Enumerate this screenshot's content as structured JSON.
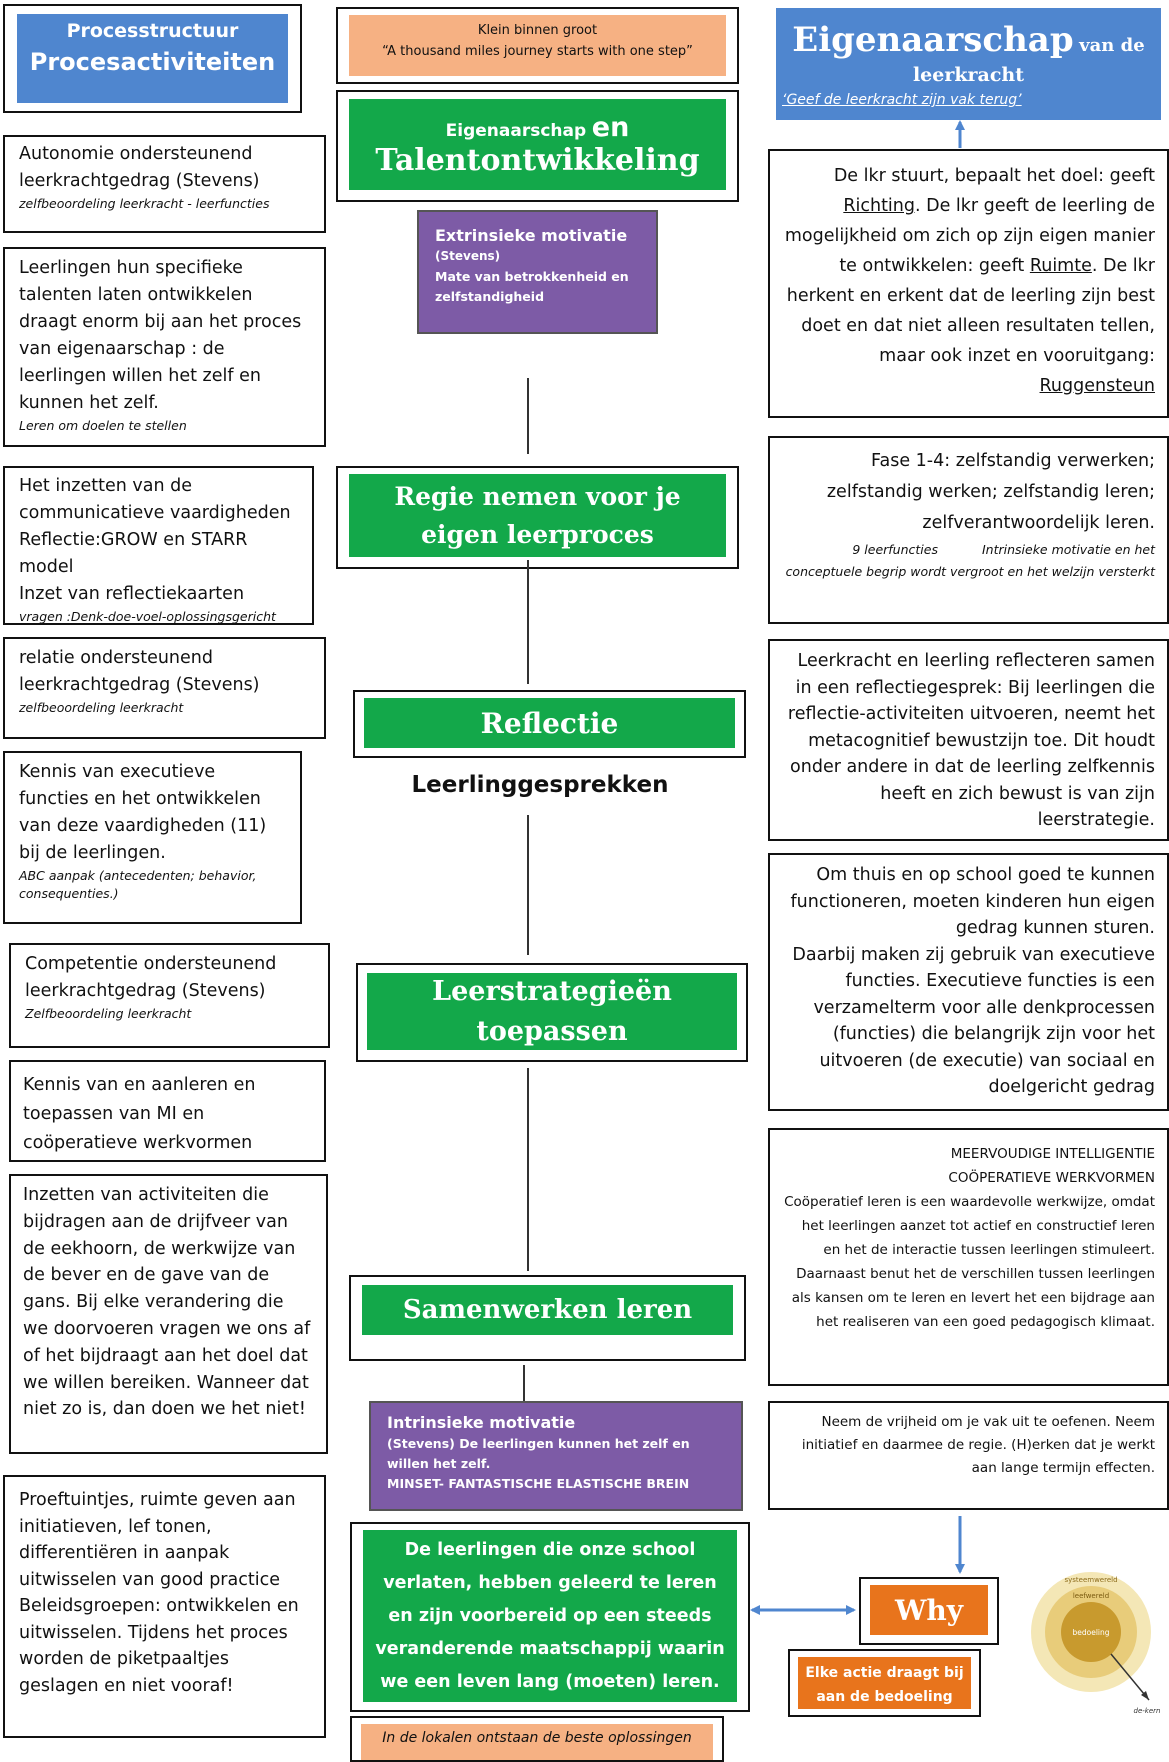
{
  "header": {
    "left_line1": "Processtructuur",
    "left_line2": "Procesactiviteiten",
    "center_line1": "Klein binnen groot",
    "center_line2": "“A thousand miles journey starts with one step”",
    "right_title_big": "Eigenaarschap",
    "right_title_small": "van de",
    "right_title_line2": "leerkracht",
    "right_quote": "‘Geef de leerkracht zijn vak terug’"
  },
  "left": {
    "b1_text": "Autonomie ondersteunend leerkrachtgedrag (Stevens)",
    "b1_note": "zelfbeoordeling leerkracht - leerfuncties",
    "b2_text": "Leerlingen hun specifieke talenten laten ontwikkelen draagt enorm bij aan het proces van eigenaarschap : de leerlingen willen het zelf en kunnen het zelf.",
    "b2_note": "Leren om doelen te stellen",
    "b3_l1": "Het inzetten van de communicatieve vaardigheden",
    "b3_l2": "Reflectie:GROW en STARR model",
    "b3_l3": "Inzet van reflectiekaarten",
    "b3_note": "vragen :Denk-doe-voel-oplossingsgericht",
    "b4_text": "relatie ondersteunend leerkrachtgedrag (Stevens)",
    "b4_note": "zelfbeoordeling leerkracht",
    "b5_text": "Kennis van executieve functies en het ontwikkelen van deze vaardigheden (11)  bij de leerlingen.",
    "b5_note": "ABC aanpak (antecedenten; behavior, consequenties.)",
    "b6_text": "Competentie  ondersteunend leerkrachtgedrag (Stevens)",
    "b6_note": "Zelfbeoordeling leerkracht",
    "b7_text": "Kennis van en aanleren en toepassen van MI en coöperatieve werkvormen",
    "b8_text": "Inzetten van activiteiten die bijdragen aan  de drijfveer van de eekhoorn, de werkwijze van de bever en de gave van de gans. Bij elke verandering die we doorvoeren vragen we ons af of het bijdraagt aan het doel dat we willen bereiken. Wanneer dat niet zo is, dan doen we het niet!",
    "b9_text": "Proeftuintjes, ruimte geven aan initiatieven, lef tonen, differentiëren in aanpak uitwisselen van good practice Beleidsgroepen:  ontwikkelen en uitwisselen. Tijdens het proces worden de piketpaaltjes geslagen en niet vooraf!"
  },
  "center": {
    "g1_small": "Eigenaarschap",
    "g1_en": "en",
    "g1_line2": "Talentontwikkeling",
    "p1_title": "Extrinsieke motivatie",
    "p1_sub": "(Stevens)",
    "p1_text": "Mate van betrokkenheid en zelfstandigheid",
    "g2": "Regie nemen voor je eigen leerproces",
    "g3": "Reflectie",
    "gesprekken": "Leerlinggesprekken",
    "g4": "Leerstrategieën toepassen",
    "g5": "Samenwerken leren",
    "p2_title": "Intrinsieke motivatie",
    "p2_text": "(Stevens) De leerlingen kunnen het zelf en willen het zelf.",
    "p2_caps": "MINSET- FANTASTISCHE ELASTISCHE BREIN",
    "g6": "De leerlingen die onze school verlaten, hebben geleerd te leren en zijn voorbereid op een steeds veranderende maatschappij waarin we een leven lang (moeten) leren.",
    "bottom": "In de lokalen ontstaan de beste oplossingen"
  },
  "right": {
    "r1_a": "De lkr stuurt, bepaalt het doel: geeft",
    "r1_b": "Richting",
    "r1_c": ". De lkr geeft de leerling de mogelijkheid om zich op zijn eigen manier te ontwikkelen: geeft ",
    "r1_d": "Ruimte",
    "r1_e": ". De lkr herkent en erkent dat de leerling zijn best doet en dat niet alleen resultaten tellen, maar ook inzet en vooruitgang: ",
    "r1_f": "Ruggensteun",
    "r2_text": "Fase 1-4:  zelfstandig verwerken; zelfstandig werken; zelfstandig leren; zelfverantwoordelijk leren.",
    "r2_note_a": "9 leerfuncties",
    "r2_note_b": "Intrinsieke motivatie en het conceptuele begrip wordt vergroot en het welzijn versterkt",
    "r3_text": "Leerkracht en leerling reflecteren samen in een reflectiegesprek: Bij leerlingen die reflectie-activiteiten uitvoeren, neemt het metacognitief bewustzijn toe. Dit houdt onder andere in dat de leerling zelfkennis heeft en zich bewust is van zijn leerstrategie.",
    "r4_text_a": "Om thuis en op school goed te kunnen functioneren, moeten kinderen hun eigen gedrag kunnen sturen.",
    "r4_text_b": "Daarbij maken zij gebruik van executieve functies. Executieve functies is een verzamelterm voor alle denkprocessen (functies) die belangrijk zijn voor het uitvoeren (de executie) van sociaal en doelgericht gedrag",
    "r5_h1": "MEERVOUDIGE INTELLIGENTIE",
    "r5_h2": "COÖPERATIEVE WERKVORMEN",
    "r5_text": "Coöperatief leren is een waardevolle werkwijze, omdat het leerlingen aanzet tot actief en constructief leren en het de interactie tussen leerlingen stimuleert. Daarnaast benut het de verschillen tussen leerlingen als kansen om te leren en levert het een bijdrage aan het realiseren van een goed pedagogisch klimaat.",
    "r6_text": "Neem de vrijheid om je vak uit te oefenen. Neem initiatief en daarmee de regie. (H)erken dat je werkt aan lange termijn effecten.",
    "why": "Why",
    "why_sub": "Elke actie draagt bij aan de bedoeling",
    "logo_inner": "bedoeling",
    "logo_ring1": "systeemwereld",
    "logo_ring2": "leefwereld",
    "logo_caption": "de-kern"
  },
  "colors": {
    "green": "#13a84a",
    "purple": "#7d5ba6",
    "blue": "#4f86cf",
    "light_orange": "#f6b183",
    "dark_orange": "#e8741c"
  }
}
